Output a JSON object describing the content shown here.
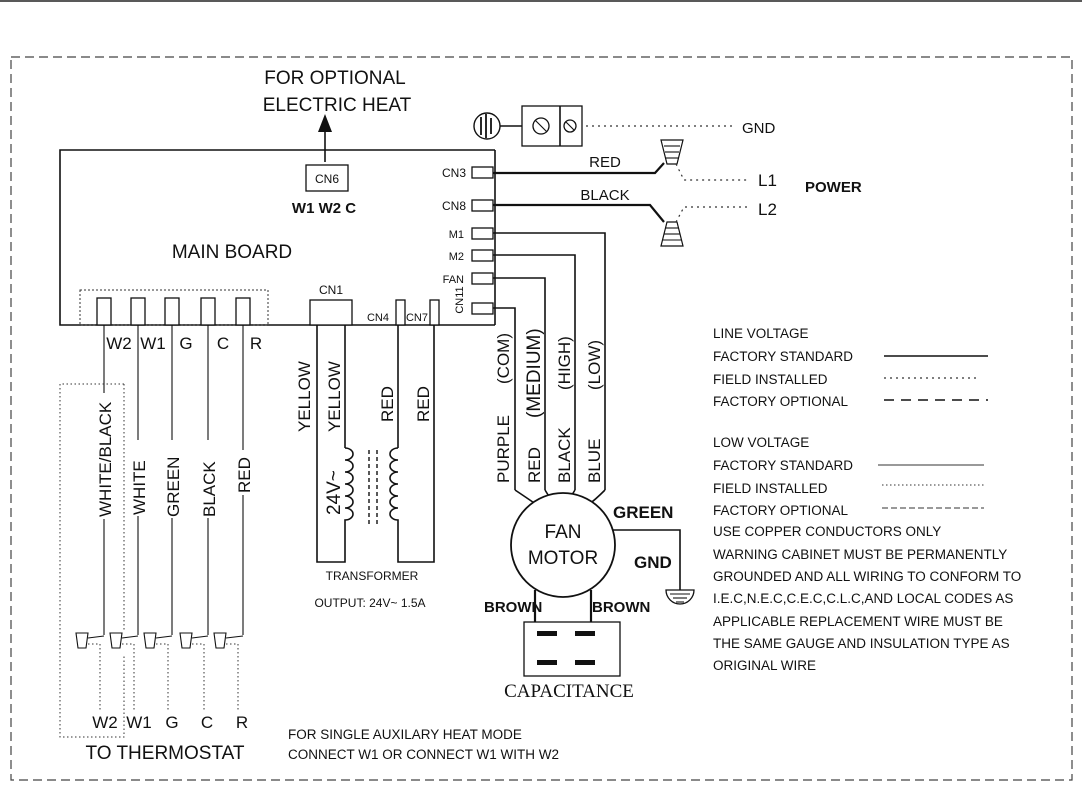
{
  "top_note": [
    "FOR OPTIONAL",
    "ELECTRIC HEAT"
  ],
  "cn6": {
    "label": "CN6",
    "terminals": "W1 W2 C"
  },
  "main_board": "MAIN BOARD",
  "connectors": {
    "cn3": "CN3",
    "cn8": "CN8",
    "m1": "M1",
    "m2": "M2",
    "fan": "FAN",
    "cn11": "CN11",
    "cn1": "CN1",
    "cn4": "CN4",
    "cn7": "CN7"
  },
  "power": {
    "gnd": "GND",
    "red": "RED",
    "black": "BLACK",
    "l1": "L1",
    "l2": "L2",
    "label": "POWER"
  },
  "board_terminals": [
    "W2",
    "W1",
    "G",
    "C",
    "R"
  ],
  "thermostat_wires": [
    "WHITE/BLACK",
    "WHITE",
    "GREEN",
    "BLACK",
    "RED"
  ],
  "thermostat_terminals": [
    "W2",
    "W1",
    "G",
    "C",
    "R"
  ],
  "thermostat_label": "TO THERMOSTAT",
  "transformer": {
    "wires_primary": [
      "YELLOW",
      "YELLOW"
    ],
    "wires_secondary": [
      "RED",
      "RED"
    ],
    "voltage": "24V~",
    "label": "TRANSFORMER",
    "output": "OUTPUT:  24V~  1.5A"
  },
  "motor_wires": {
    "purple": "PURPLE",
    "com": "(COM)",
    "red": "RED",
    "medium": "(MEDIUM)",
    "black": "BLACK",
    "high": "(HIGH)",
    "blue": "BLUE",
    "low": "(LOW)"
  },
  "fan_motor": [
    "FAN",
    "MOTOR"
  ],
  "motor_green": "GREEN",
  "motor_gnd": "GND",
  "brown_left": "BROWN",
  "brown_right": "BROWN",
  "capacitance": "CAPACITANCE",
  "legend": {
    "line_voltage": "LINE VOLTAGE",
    "lv_standard": "FACTORY STANDARD",
    "lv_field": "FIELD INSTALLED",
    "lv_optional": "FACTORY OPTIONAL",
    "low_voltage": "LOW  VOLTAGE",
    "low_standard": "FACTORY STANDARD",
    "low_field": "FIELD INSTALLED",
    "low_optional": "FACTORY OPTIONAL"
  },
  "notes": [
    "USE COPPER CONDUCTORS ONLY",
    "WARNING CABINET MUST BE PERMANENTLY",
    "GROUNDED AND ALL WIRING TO CONFORM TO",
    "I.E.C,N.E.C,C.E.C,C.L.C,AND LOCAL CODES AS",
    "APPLICABLE REPLACEMENT WIRE MUST BE",
    "THE SAME GAUGE AND INSULATION  TYPE  AS",
    "ORIGINAL WIRE"
  ],
  "bottom_note": [
    "FOR SINGLE  AUXILARY HEAT MODE",
    "CONNECT W1  OR CONNECT W1  WITH W2"
  ]
}
